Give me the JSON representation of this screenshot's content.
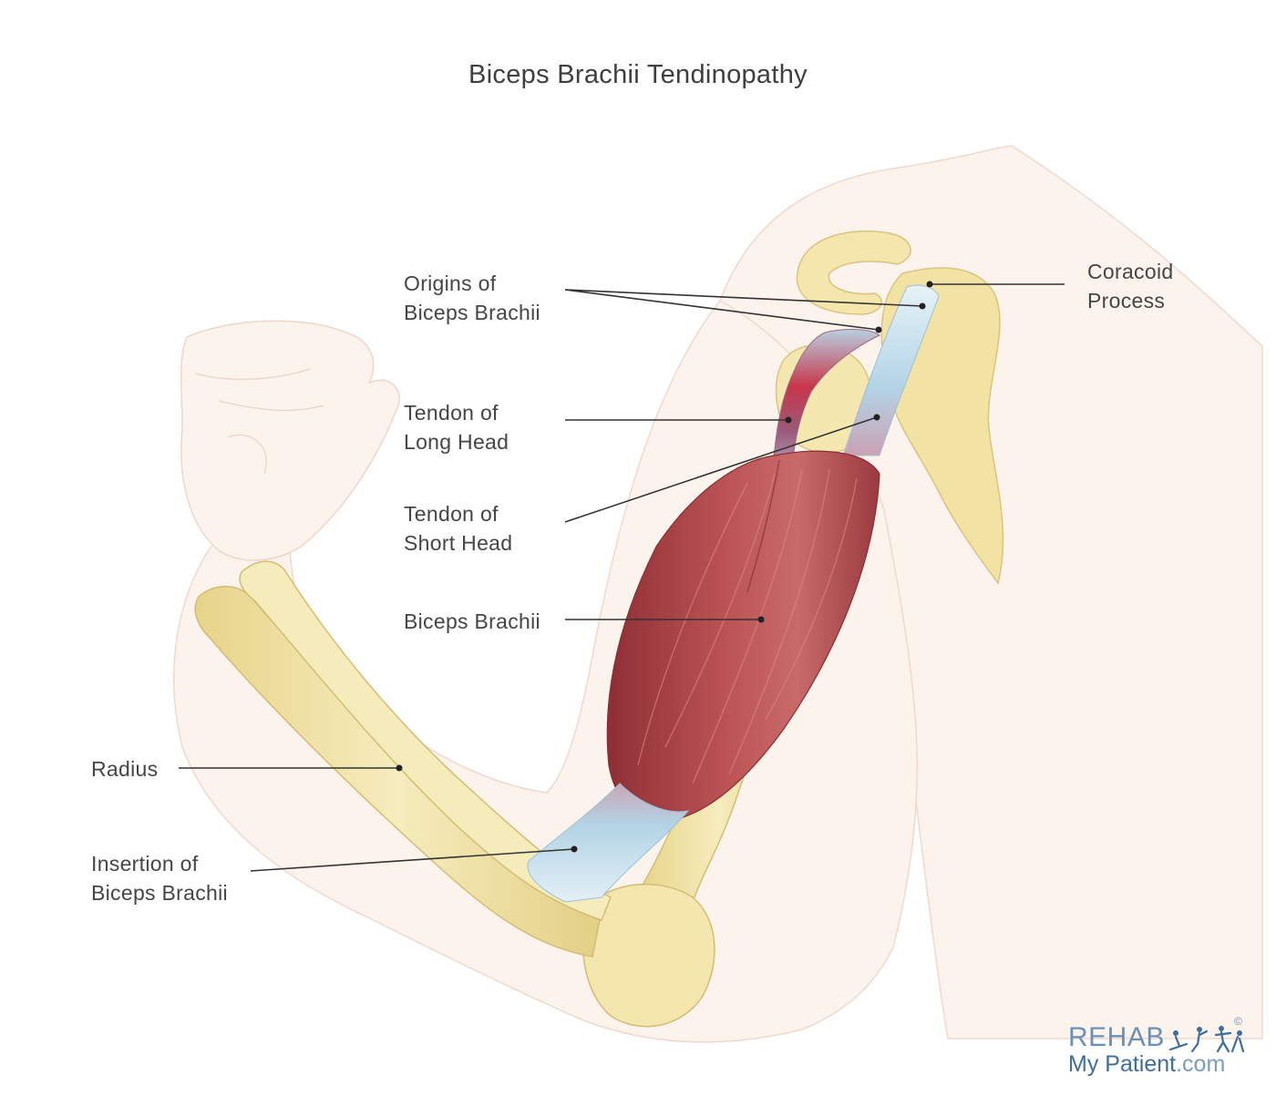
{
  "title": "Biceps Brachii Tendinopathy",
  "labels": {
    "origins": "Origins of\nBiceps Brachii",
    "coracoid": "Coracoid\nProcess",
    "long_head": "Tendon of\nLong Head",
    "short_head": "Tendon of\nShort Head",
    "biceps": "Biceps Brachii",
    "radius": "Radius",
    "insertion": "Insertion of\nBiceps Brachii"
  },
  "logo": {
    "line1": "REHAB",
    "line2_main": "My Patient",
    "line2_suffix": ".com",
    "copyright": "©",
    "icon": "exercise-figures-icon"
  },
  "colors": {
    "skin": "#fbeee6",
    "bone": "#f3e6a8",
    "muscle": "#b5484c",
    "tendon": "#b9d8e8",
    "inflamed": "#d1333f",
    "leader": "#333333",
    "logo_blue": "#3e6e9e"
  }
}
